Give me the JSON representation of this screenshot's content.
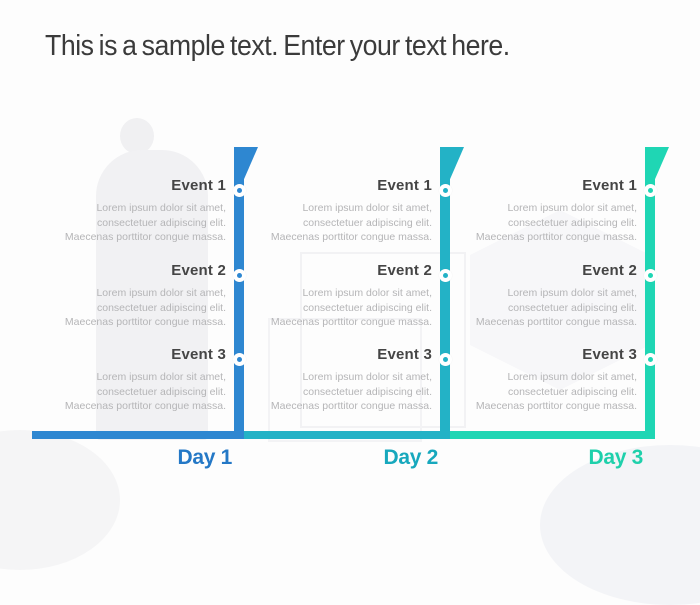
{
  "slide": {
    "title": "This is a sample text. Enter your text here."
  },
  "timeline": {
    "columns": [
      {
        "day_label": "Day 1",
        "bar_color": "#2e87d1",
        "label_color": "#2478c6",
        "events": [
          {
            "title": "Event 1",
            "body": "Lorem ipsum dolor sit amet,\nconsectetuer adipiscing elit.\nMaecenas porttitor congue massa."
          },
          {
            "title": "Event 2",
            "body": "Lorem ipsum dolor sit amet,\nconsectetuer adipiscing elit.\nMaecenas porttitor congue massa."
          },
          {
            "title": "Event 3",
            "body": "Lorem ipsum dolor sit amet,\nconsectetuer adipiscing elit.\nMaecenas porttitor congue massa."
          }
        ]
      },
      {
        "day_label": "Day 2",
        "bar_color": "#23b2c6",
        "label_color": "#17a8bd",
        "events": [
          {
            "title": "Event 1",
            "body": "Lorem ipsum dolor sit amet,\nconsectetuer adipiscing elit.\nMaecenas porttitor congue massa."
          },
          {
            "title": "Event 2",
            "body": "Lorem ipsum dolor sit amet,\nconsectetuer adipiscing elit.\nMaecenas porttitor congue massa."
          },
          {
            "title": "Event 3",
            "body": "Lorem ipsum dolor sit amet,\nconsectetuer adipiscing elit.\nMaecenas porttitor congue massa."
          }
        ]
      },
      {
        "day_label": "Day 3",
        "bar_color": "#1fd6b4",
        "label_color": "#1ed0ab",
        "events": [
          {
            "title": "Event 1",
            "body": "Lorem ipsum dolor sit amet,\nconsectetuer adipiscing elit.\nMaecenas porttitor congue massa."
          },
          {
            "title": "Event 2",
            "body": "Lorem ipsum dolor sit amet,\nconsectetuer adipiscing elit.\nMaecenas porttitor congue massa."
          },
          {
            "title": "Event 3",
            "body": "Lorem ipsum dolor sit amet,\nconsectetuer adipiscing elit.\nMaecenas porttitor congue massa."
          }
        ]
      }
    ]
  }
}
